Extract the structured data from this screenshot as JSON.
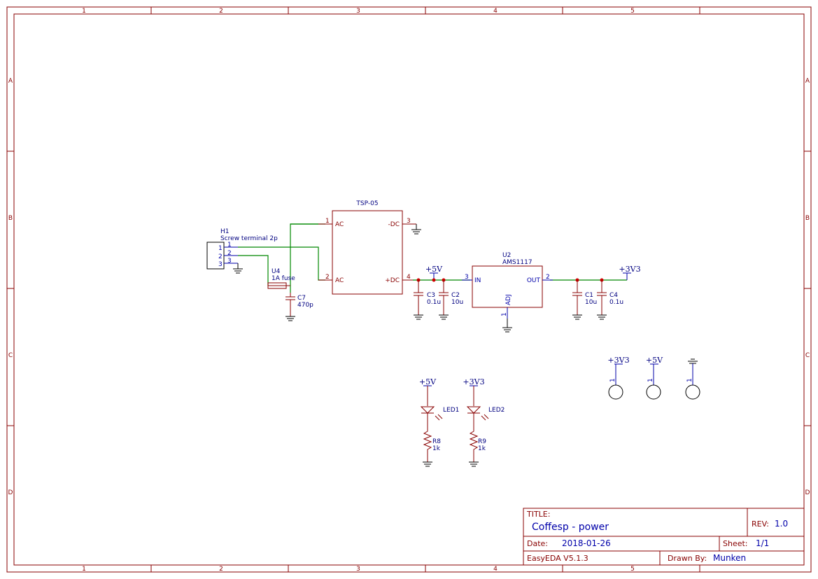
{
  "columns": [
    "1",
    "2",
    "3",
    "4",
    "5"
  ],
  "rows": [
    "A",
    "B",
    "C",
    "D"
  ],
  "components": {
    "tsp": {
      "name": "TSP-05",
      "pin1": "1",
      "pin1_name": "AC",
      "pin2": "2",
      "pin2_name": "AC",
      "pin3": "3",
      "pin3_name": "-DC",
      "pin4": "4",
      "pin4_name": "+DC"
    },
    "h1": {
      "ref": "H1",
      "value": "Screw terminal 2p",
      "pins": [
        "1",
        "2",
        "3"
      ]
    },
    "u4": {
      "ref": "U4",
      "value": "1A fuse"
    },
    "c7": {
      "ref": "C7",
      "value": "470p"
    },
    "c3": {
      "ref": "C3",
      "value": "0.1u"
    },
    "c2": {
      "ref": "C2",
      "value": "10u"
    },
    "u2": {
      "ref": "U2",
      "value": "AMS1117",
      "pin_in_num": "3",
      "pin_in": "IN",
      "pin_out_num": "2",
      "pin_out": "OUT",
      "pin_adj_num": "1",
      "pin_adj": "ADJ"
    },
    "c1": {
      "ref": "C1",
      "value": "10u"
    },
    "c4": {
      "ref": "C4",
      "value": "0.1u"
    },
    "led1": {
      "ref": "LED1"
    },
    "led2": {
      "ref": "LED2"
    },
    "r8": {
      "ref": "R8",
      "value": "1k"
    },
    "r9": {
      "ref": "R9",
      "value": "1k"
    }
  },
  "nets": {
    "p5v": "+5V",
    "p3v3": "+3V3",
    "pin1": "1"
  },
  "titleblock": {
    "title_label": "TITLE:",
    "title": "Coffesp - power",
    "rev_label": "REV:",
    "rev": "1.0",
    "date_label": "Date:",
    "date": "2018-01-26",
    "sheet_label": "Sheet:",
    "sheet": "1/1",
    "tool": "EasyEDA V5.1.3",
    "drawn_label": "Drawn By:",
    "drawn": "Munken"
  }
}
